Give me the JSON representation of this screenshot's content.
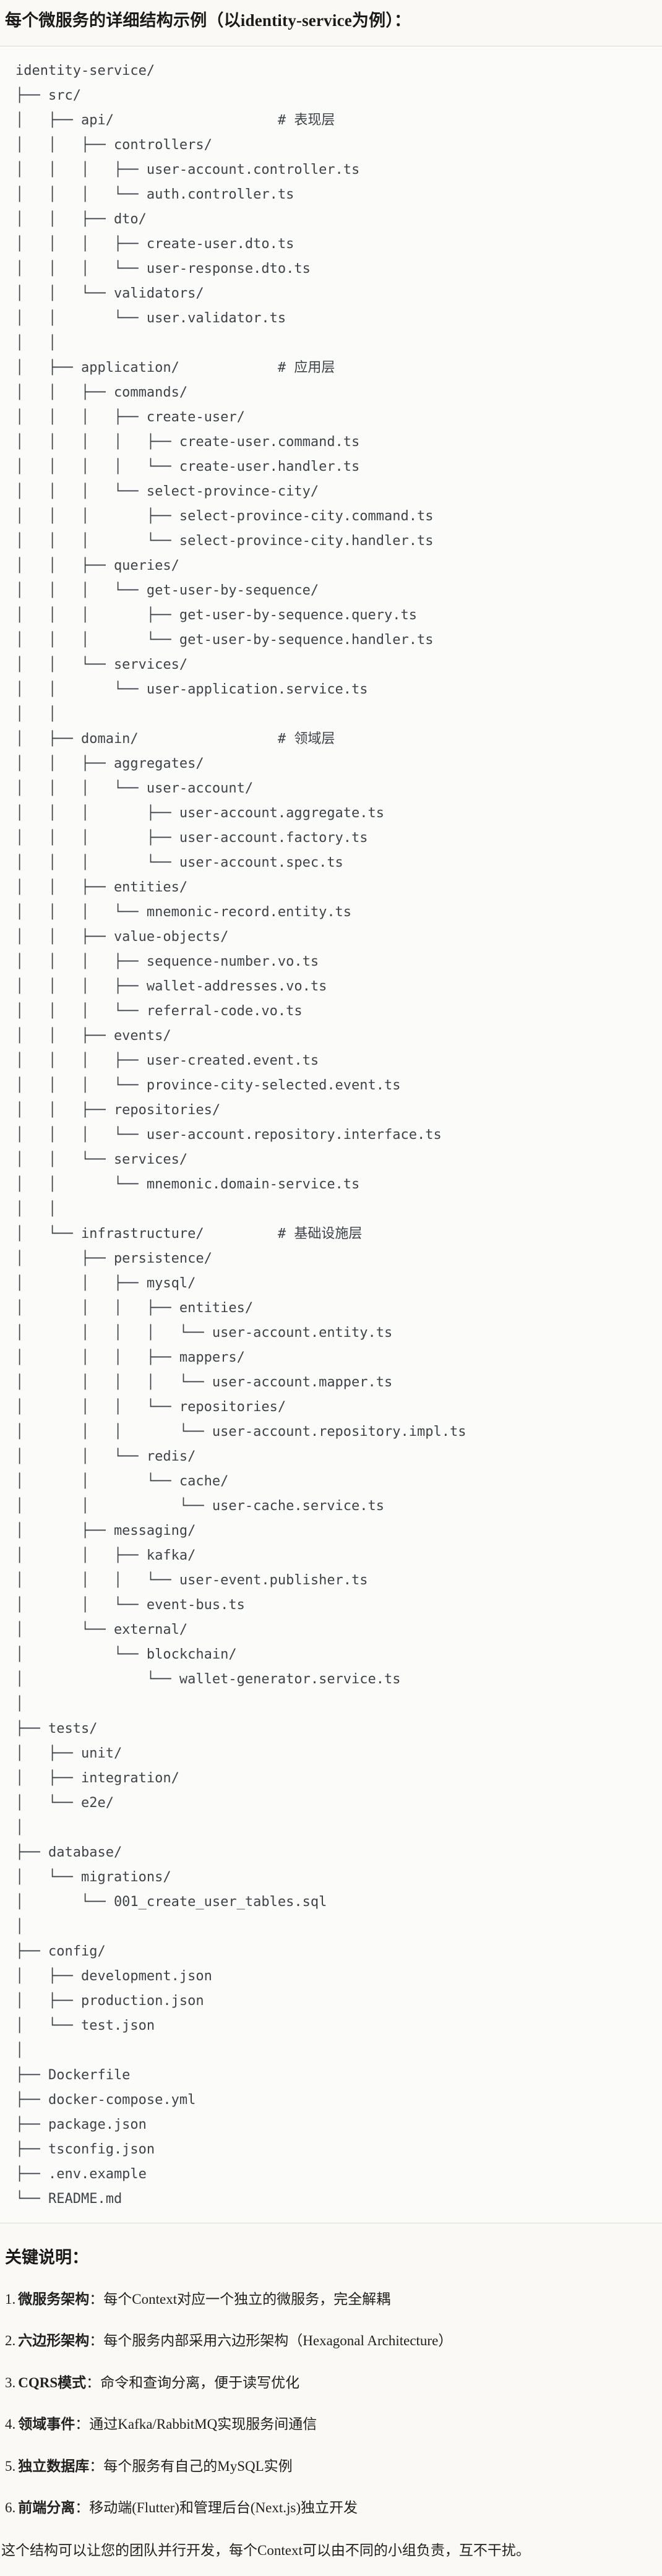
{
  "colors": {
    "page_background": "#faf9f5",
    "code_background": "#fbfbf9",
    "code_border": "#d9d9d5",
    "tree_text": "#3d4349",
    "body_text": "#1a1a1a"
  },
  "header": {
    "title": "每个微服务的详细结构示例（以identity-service为例）："
  },
  "tree": {
    "lines": [
      "identity-service/",
      "├── src/",
      "│   ├── api/                    # 表现层",
      "│   │   ├── controllers/",
      "│   │   │   ├── user-account.controller.ts",
      "│   │   │   └── auth.controller.ts",
      "│   │   ├── dto/",
      "│   │   │   ├── create-user.dto.ts",
      "│   │   │   └── user-response.dto.ts",
      "│   │   └── validators/",
      "│   │       └── user.validator.ts",
      "│   │",
      "│   ├── application/            # 应用层",
      "│   │   ├── commands/",
      "│   │   │   ├── create-user/",
      "│   │   │   │   ├── create-user.command.ts",
      "│   │   │   │   └── create-user.handler.ts",
      "│   │   │   └── select-province-city/",
      "│   │   │       ├── select-province-city.command.ts",
      "│   │   │       └── select-province-city.handler.ts",
      "│   │   ├── queries/",
      "│   │   │   └── get-user-by-sequence/",
      "│   │   │       ├── get-user-by-sequence.query.ts",
      "│   │   │       └── get-user-by-sequence.handler.ts",
      "│   │   └── services/",
      "│   │       └── user-application.service.ts",
      "│   │",
      "│   ├── domain/                 # 领域层",
      "│   │   ├── aggregates/",
      "│   │   │   └── user-account/",
      "│   │   │       ├── user-account.aggregate.ts",
      "│   │   │       ├── user-account.factory.ts",
      "│   │   │       └── user-account.spec.ts",
      "│   │   ├── entities/",
      "│   │   │   └── mnemonic-record.entity.ts",
      "│   │   ├── value-objects/",
      "│   │   │   ├── sequence-number.vo.ts",
      "│   │   │   ├── wallet-addresses.vo.ts",
      "│   │   │   └── referral-code.vo.ts",
      "│   │   ├── events/",
      "│   │   │   ├── user-created.event.ts",
      "│   │   │   └── province-city-selected.event.ts",
      "│   │   ├── repositories/",
      "│   │   │   └── user-account.repository.interface.ts",
      "│   │   └── services/",
      "│   │       └── mnemonic.domain-service.ts",
      "│   │",
      "│   └── infrastructure/         # 基础设施层",
      "│       ├── persistence/",
      "│       │   ├── mysql/",
      "│       │   │   ├── entities/",
      "│       │   │   │   └── user-account.entity.ts",
      "│       │   │   ├── mappers/",
      "│       │   │   │   └── user-account.mapper.ts",
      "│       │   │   └── repositories/",
      "│       │   │       └── user-account.repository.impl.ts",
      "│       │   └── redis/",
      "│       │       └── cache/",
      "│       │           └── user-cache.service.ts",
      "│       ├── messaging/",
      "│       │   ├── kafka/",
      "│       │   │   └── user-event.publisher.ts",
      "│       │   └── event-bus.ts",
      "│       └── external/",
      "│           └── blockchain/",
      "│               └── wallet-generator.service.ts",
      "│",
      "├── tests/",
      "│   ├── unit/",
      "│   ├── integration/",
      "│   └── e2e/",
      "│",
      "├── database/",
      "│   └── migrations/",
      "│       └── 001_create_user_tables.sql",
      "│",
      "├── config/",
      "│   ├── development.json",
      "│   ├── production.json",
      "│   └── test.json",
      "│",
      "├── Dockerfile",
      "├── docker-compose.yml",
      "├── package.json",
      "├── tsconfig.json",
      "├── .env.example",
      "└── README.md"
    ]
  },
  "notes": {
    "heading": "关键说明：",
    "items": [
      {
        "num": "1.",
        "term": "微服务架构",
        "colon": "：",
        "desc": "每个Context对应一个独立的微服务，完全解耦"
      },
      {
        "num": "2.",
        "term": "六边形架构",
        "colon": "：",
        "desc": "每个服务内部采用六边形架构（Hexagonal Architecture）"
      },
      {
        "num": "3.",
        "term": "CQRS模式",
        "colon": "：",
        "desc": "命令和查询分离，便于读写优化"
      },
      {
        "num": "4.",
        "term": "领域事件",
        "colon": "：",
        "desc": "通过Kafka/RabbitMQ实现服务间通信"
      },
      {
        "num": "5.",
        "term": "独立数据库",
        "colon": "：",
        "desc": "每个服务有自己的MySQL实例"
      },
      {
        "num": "6.",
        "term": "前端分离",
        "colon": "：",
        "desc": "移动端(Flutter)和管理后台(Next.js)独立开发"
      }
    ],
    "footer": "这个结构可以让您的团队并行开发，每个Context可以由不同的小组负责，互不干扰。"
  }
}
